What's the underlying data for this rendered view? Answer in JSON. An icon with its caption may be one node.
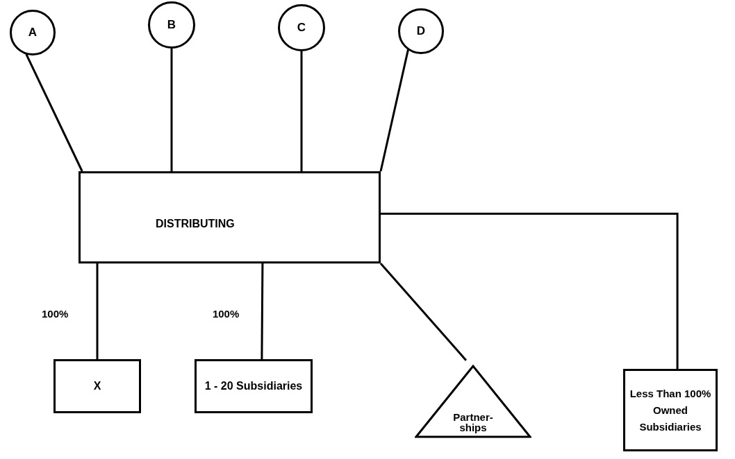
{
  "diagram": {
    "nodes": [
      {
        "text": [
          "A"
        ]
      },
      {
        "text": [
          "B"
        ]
      },
      {
        "text": [
          "C"
        ]
      },
      {
        "text": [
          "D"
        ]
      },
      {
        "text": [
          "DISTRIBUTING"
        ]
      },
      {
        "text": [
          "X"
        ]
      },
      {
        "text": [
          "1 - 20 Subsidiaries"
        ]
      },
      {
        "text": [
          "Partner- ships"
        ]
      },
      {
        "text": [
          "Less Than 100% Owned Subsidiaries"
        ]
      }
    ],
    "edges": [
      {
        "from": 0,
        "to": 4,
        "arrow": "none"
      },
      {
        "from": 1,
        "to": 4,
        "arrow": "none"
      },
      {
        "from": 2,
        "to": 4,
        "arrow": "none"
      },
      {
        "from": 3,
        "to": 4,
        "arrow": "none"
      },
      {
        "from": 4,
        "to": 5,
        "arrow": "none",
        "label": "100%"
      },
      {
        "from": 4,
        "to": 6,
        "arrow": "none",
        "label": "100%"
      },
      {
        "from": 4,
        "to": 7,
        "arrow": "none"
      },
      {
        "from": 4,
        "to": 8,
        "arrow": "none"
      }
    ]
  }
}
